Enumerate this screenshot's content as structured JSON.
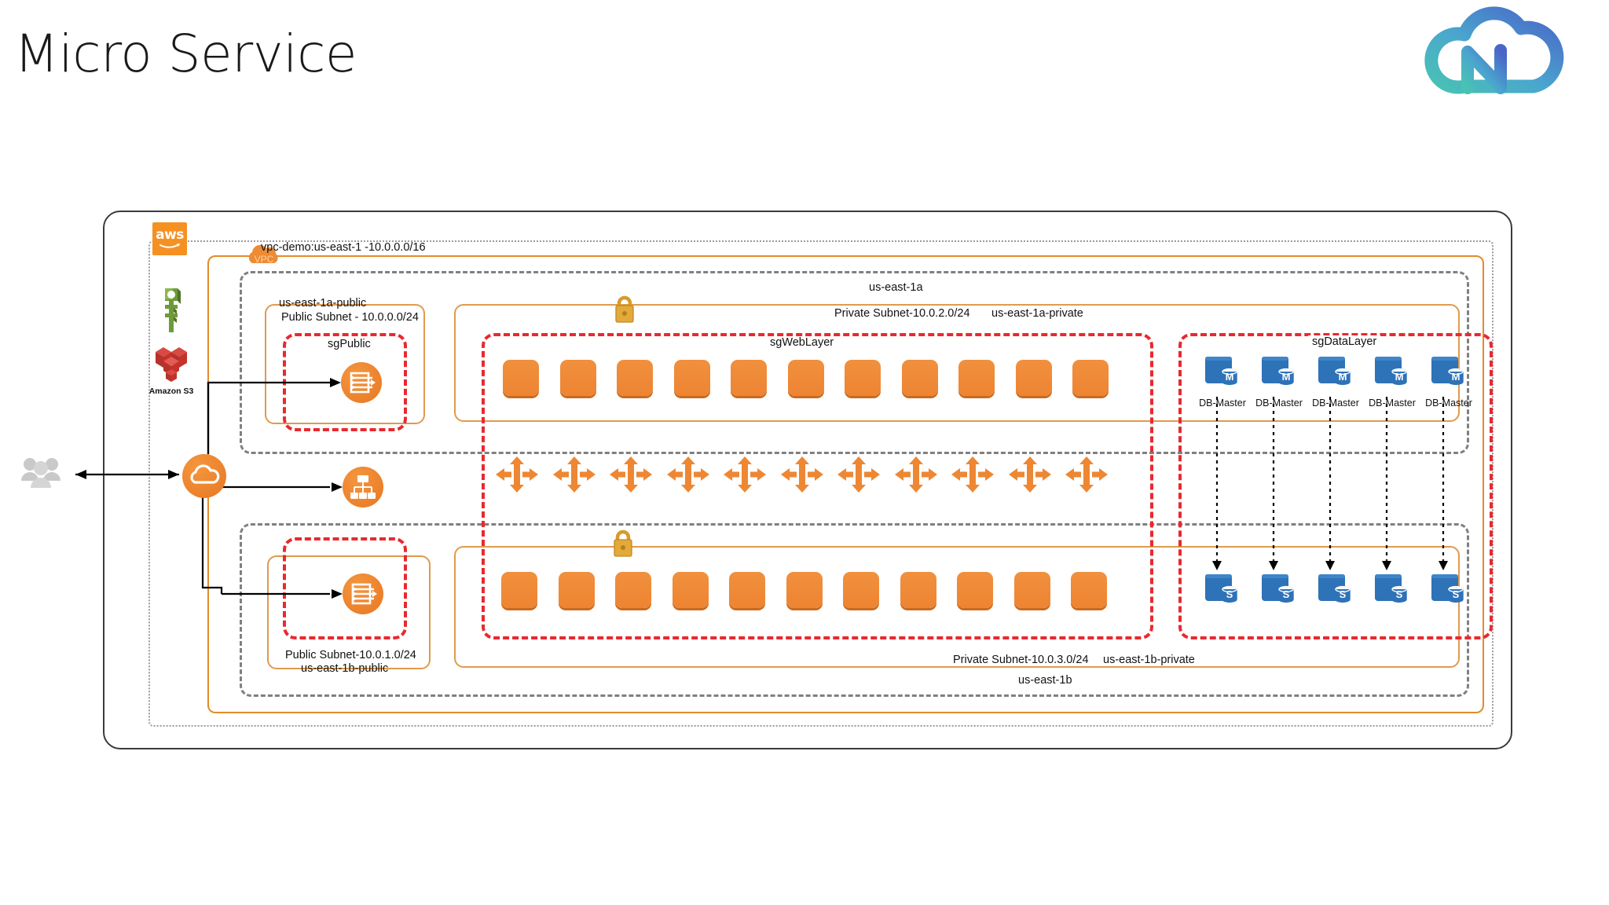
{
  "header": {
    "title": "Micro Service",
    "logo_name": "CND cloud logo",
    "logo_colors": [
      "#4FC3B0",
      "#3E86C9",
      "#4A6FD0"
    ]
  },
  "diagram": {
    "type": "aws-architecture",
    "aws_logo_text": "aws",
    "side_services": [
      {
        "name": "kms-key",
        "label": "",
        "color": "#6B9B37"
      },
      {
        "name": "amazon-s3",
        "label": "Amazon S3",
        "color": "#C4322B"
      }
    ],
    "vpc": {
      "badge": "VPC",
      "label": "vpc-demo:us-east-1 -10.0.0.0/16",
      "border_color": "#E38B2B"
    },
    "availability_zones": [
      {
        "id": "az-a",
        "label": "us-east-1a"
      },
      {
        "id": "az-b",
        "label": "us-east-1b"
      }
    ],
    "subnets": [
      {
        "id": "public-a",
        "title": "Public Subnet - 10.0.0.0/24",
        "az_tag": "us-east-1a-public",
        "type": "public"
      },
      {
        "id": "private-a",
        "title": "Private Subnet-10.0.2.0/24",
        "az_tag": "us-east-1a-private",
        "type": "private"
      },
      {
        "id": "public-b",
        "title": "Public Subnet-10.0.1.0/24",
        "az_tag": "us-east-1b-public",
        "type": "public"
      },
      {
        "id": "private-b",
        "title": "Private Subnet-10.0.3.0/24",
        "az_tag": "us-east-1b-private",
        "type": "private"
      }
    ],
    "security_groups": [
      {
        "id": "sg-public-a",
        "label": "sgPublic",
        "color": "#E8292F"
      },
      {
        "id": "sg-public-b",
        "label": "",
        "color": "#E8292F"
      },
      {
        "id": "sg-web",
        "label": "sgWebLayer",
        "color": "#E8292F"
      },
      {
        "id": "sg-data",
        "label": "sgDataLayer",
        "color": "#E8292F"
      }
    ],
    "web_tier_a": {
      "instance_count": 11,
      "icon": "ec2-instance",
      "color": "#EE8432"
    },
    "web_tier_b": {
      "instance_count": 11,
      "icon": "ec2-instance",
      "color": "#EE8432"
    },
    "autoscaling_row": {
      "icon_count": 11,
      "icon": "autoscaling-arrows",
      "color": "#E87722"
    },
    "db_masters": {
      "count": 5,
      "icon": "rds-db-master",
      "badge": "M",
      "color": "#2E72B8",
      "labels": [
        "DB-Master",
        "DB-Master",
        "DB-Master",
        "DB-Master",
        "DB-Master"
      ]
    },
    "db_slaves": {
      "count": 5,
      "icon": "rds-db-slave",
      "badge": "S",
      "color": "#2E72B8",
      "labels": [
        "",
        "",
        "",
        "",
        ""
      ]
    },
    "service_icons": [
      {
        "id": "elb-a",
        "name": "load-balancer-icon",
        "tier": "public-a"
      },
      {
        "id": "router",
        "name": "route53-hierarchy-icon",
        "tier": "middle"
      },
      {
        "id": "elb-b",
        "name": "load-balancer-icon",
        "tier": "public-b"
      },
      {
        "id": "cloudfront",
        "name": "cloud-icon",
        "tier": "edge"
      }
    ],
    "locks": [
      {
        "id": "lock-a",
        "name": "padlock-icon",
        "color": "#D79B2B"
      },
      {
        "id": "lock-b",
        "name": "padlock-icon",
        "color": "#D79B2B"
      }
    ],
    "users": {
      "name": "users-icon",
      "color": "#C9C9C9"
    }
  }
}
